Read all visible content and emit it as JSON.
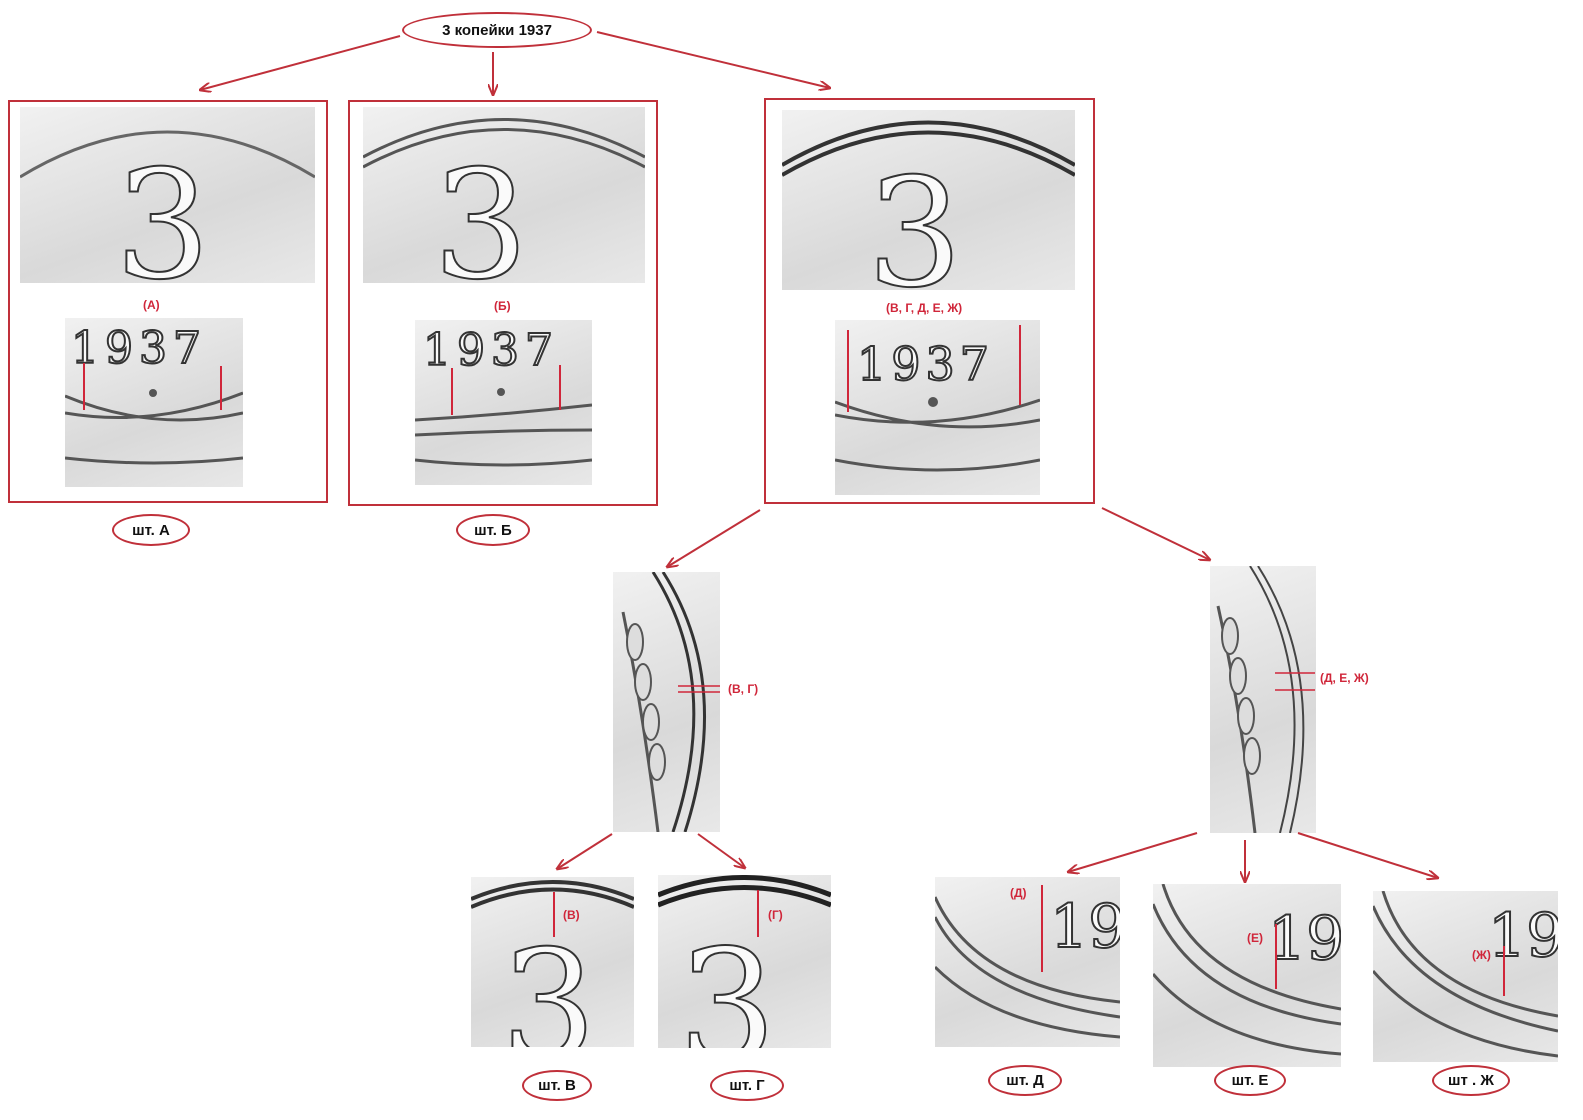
{
  "title": "3 копейки 1937",
  "colors": {
    "accent": "#c0303a",
    "label_red": "#d0263a"
  },
  "coin_text": {
    "denomination": "3",
    "year": "1937"
  },
  "top_variants": [
    {
      "tag": "(А)",
      "name": "шт. А"
    },
    {
      "tag": "(Б)",
      "name": "шт. Б"
    },
    {
      "tag": "(В, Г, Д, Е, Ж)"
    }
  ],
  "mid_groups": [
    {
      "tag": "(В, Г)"
    },
    {
      "tag": "(Д, Е, Ж)"
    }
  ],
  "bottom_variants": [
    {
      "tag": "(В)",
      "name": "шт. В"
    },
    {
      "tag": "(Г)",
      "name": "шт. Г"
    },
    {
      "tag": "(Д)",
      "name": "шт. Д"
    },
    {
      "tag": "(Е)",
      "name": "шт. Е"
    },
    {
      "tag": "(Ж)",
      "name": "шт . Ж"
    }
  ]
}
